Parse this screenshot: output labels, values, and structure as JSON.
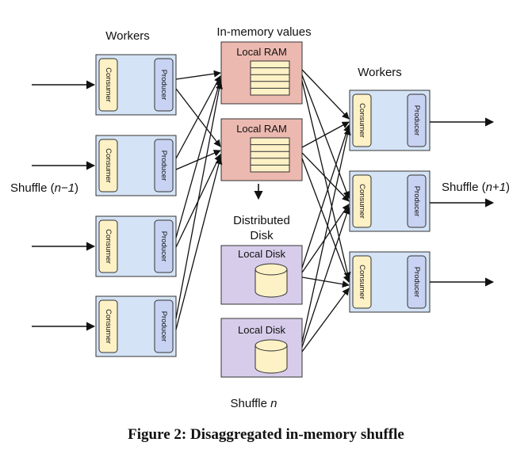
{
  "labels": {
    "workers_left": "Workers",
    "workers_right": "Workers",
    "in_memory": "In-memory values",
    "distributed_disk_line1": "Distributed",
    "distributed_disk_line2": "Disk",
    "shuffle_prev_prefix": "Shuffle (",
    "shuffle_prev_var": "n−1",
    "shuffle_prev_suffix": ")",
    "shuffle_next_prefix": "Shuffle (",
    "shuffle_next_var": "n+1",
    "shuffle_next_suffix": ")",
    "shuffle_cur_prefix": "Shuffle ",
    "shuffle_cur_var": "n",
    "consumer": "Consumer",
    "producer": "Producer",
    "local_ram": "Local RAM",
    "local_disk": "Local Disk"
  },
  "caption": "Figure 2: Disaggregated in-memory shuffle",
  "colors": {
    "worker_fill": "#d4e3f5",
    "consumer_fill": "#fdf1c6",
    "producer_fill": "#c8d2f2",
    "ram_fill": "#ecb9b0",
    "disk_fill": "#d7cdea",
    "cylinder_fill": "#fdf1c6",
    "stroke": "#111111"
  }
}
